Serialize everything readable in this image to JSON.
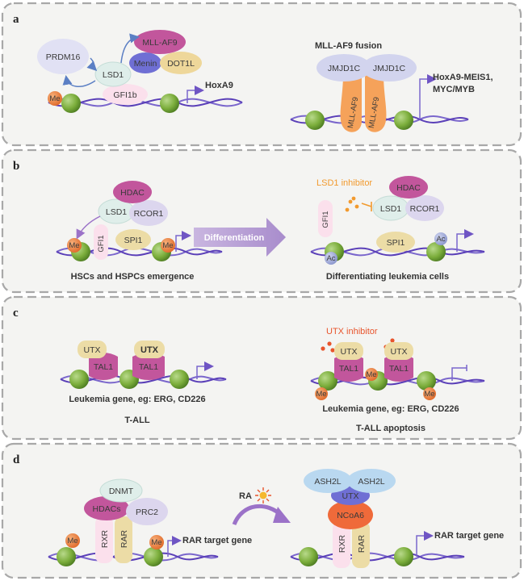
{
  "colors": {
    "frame_border": "#a8a8a8",
    "frame_fill": "#f4f4f2",
    "dna_strand": "#6f55c4",
    "nucleosome_green": "#7cae3c",
    "methyl_orange": "#f08a3c",
    "acetyl_blue": "#9ea8d8",
    "inhibitor_orange": "#f29a2e",
    "utx_inhibitor_red": "#e8542c",
    "arrow_purple": "#b9a3d6"
  },
  "panel_a": {
    "label": "a",
    "left": {
      "PRDM16": "PRDM16",
      "MLL_AF9": "MLL-AF9",
      "Menin": "Menin",
      "DOT1L": "DOT1L",
      "LSD1": "LSD1",
      "GFI1b": "GFI1b",
      "Me": "Me",
      "gene": "HoxA9"
    },
    "right": {
      "title": "MLL-AF9 fusion",
      "JMJD1C_1": "JMJD1C",
      "JMJD1C_2": "JMJD1C",
      "MLL_AF9_1": "MLL-AF9",
      "MLL_AF9_2": "MLL-AF9",
      "gene_line1": "HoxA9-MEIS1,",
      "gene_line2": "MYC/MYB"
    }
  },
  "panel_b": {
    "label": "b",
    "left": {
      "HDAC": "HDAC",
      "LSD1": "LSD1",
      "RCOR1": "RCOR1",
      "GFI1": "GFI1",
      "SPI1": "SPI1",
      "Me1": "Me",
      "Me2": "Me",
      "caption": "HSCs and HSPCs emergence"
    },
    "arrow_label": "Differentiation",
    "right": {
      "inhibitor": "LSD1 inhibitor",
      "HDAC": "HDAC",
      "LSD1": "LSD1",
      "RCOR1": "RCOR1",
      "GFI1": "GFI1",
      "SPI1": "SPI1",
      "Ac1": "Ac",
      "Ac2": "Ac",
      "caption": "Differentiating  leukemia cells"
    }
  },
  "panel_c": {
    "label": "c",
    "left": {
      "UTX1": "UTX",
      "UTX2": "UTX",
      "TAL1_1": "TAL1",
      "TAL1_2": "TAL1",
      "gene": "Leukemia gene, eg: ERG, CD226",
      "caption": "T-ALL"
    },
    "right": {
      "inhibitor": "UTX inhibitor",
      "UTX1": "UTX",
      "UTX2": "UTX",
      "TAL1_1": "TAL1",
      "TAL1_2": "TAL1",
      "Me1": "Me",
      "Me2": "Me",
      "Me3": "Me",
      "gene": "Leukemia gene, eg: ERG, CD226",
      "caption": "T-ALL apoptosis"
    }
  },
  "panel_d": {
    "label": "d",
    "left": {
      "DNMT": "DNMT",
      "HDACs": "HDACs",
      "PRC2": "PRC2",
      "RXR": "RXR",
      "RAR": "RAR",
      "Me1": "Me",
      "Me2": "Me",
      "gene": "RAR target gene"
    },
    "RA": "RA",
    "right": {
      "ASH2L_1": "ASH2L",
      "ASH2L_2": "ASH2L",
      "UTX": "UTX",
      "NCoA6": "NCoA6",
      "RXR": "RXR",
      "RAR": "RAR",
      "gene": "RAR target gene"
    }
  }
}
